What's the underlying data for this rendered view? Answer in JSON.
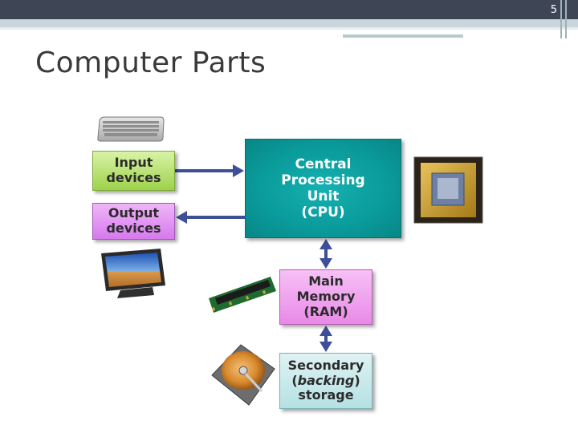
{
  "slide": {
    "number": "5",
    "title": "Computer Parts"
  },
  "diagram": {
    "input_box": {
      "line1": "Input",
      "line2": "devices",
      "color": "#9dd24b"
    },
    "output_box": {
      "line1": "Output",
      "line2": "devices",
      "color": "#d679ee"
    },
    "cpu_box": {
      "line1": "Central",
      "line2": "Processing",
      "line3": "Unit",
      "line4": "(CPU)",
      "color": "#0a9a9a"
    },
    "ram_box": {
      "line1": "Main",
      "line2": "Memory",
      "line3": "(RAM)",
      "color": "#e88ae7"
    },
    "storage_box": {
      "line1": "Secondary",
      "line2a": "(",
      "line2b": "backing",
      "line2c": ")",
      "line3": "storage",
      "color": "#b5e1e4"
    },
    "arrow_color": "#3d4f99",
    "icons": [
      "keyboard-icon",
      "monitor-icon",
      "cpu-chip-icon",
      "ram-module-icon",
      "hard-drive-icon"
    ]
  }
}
